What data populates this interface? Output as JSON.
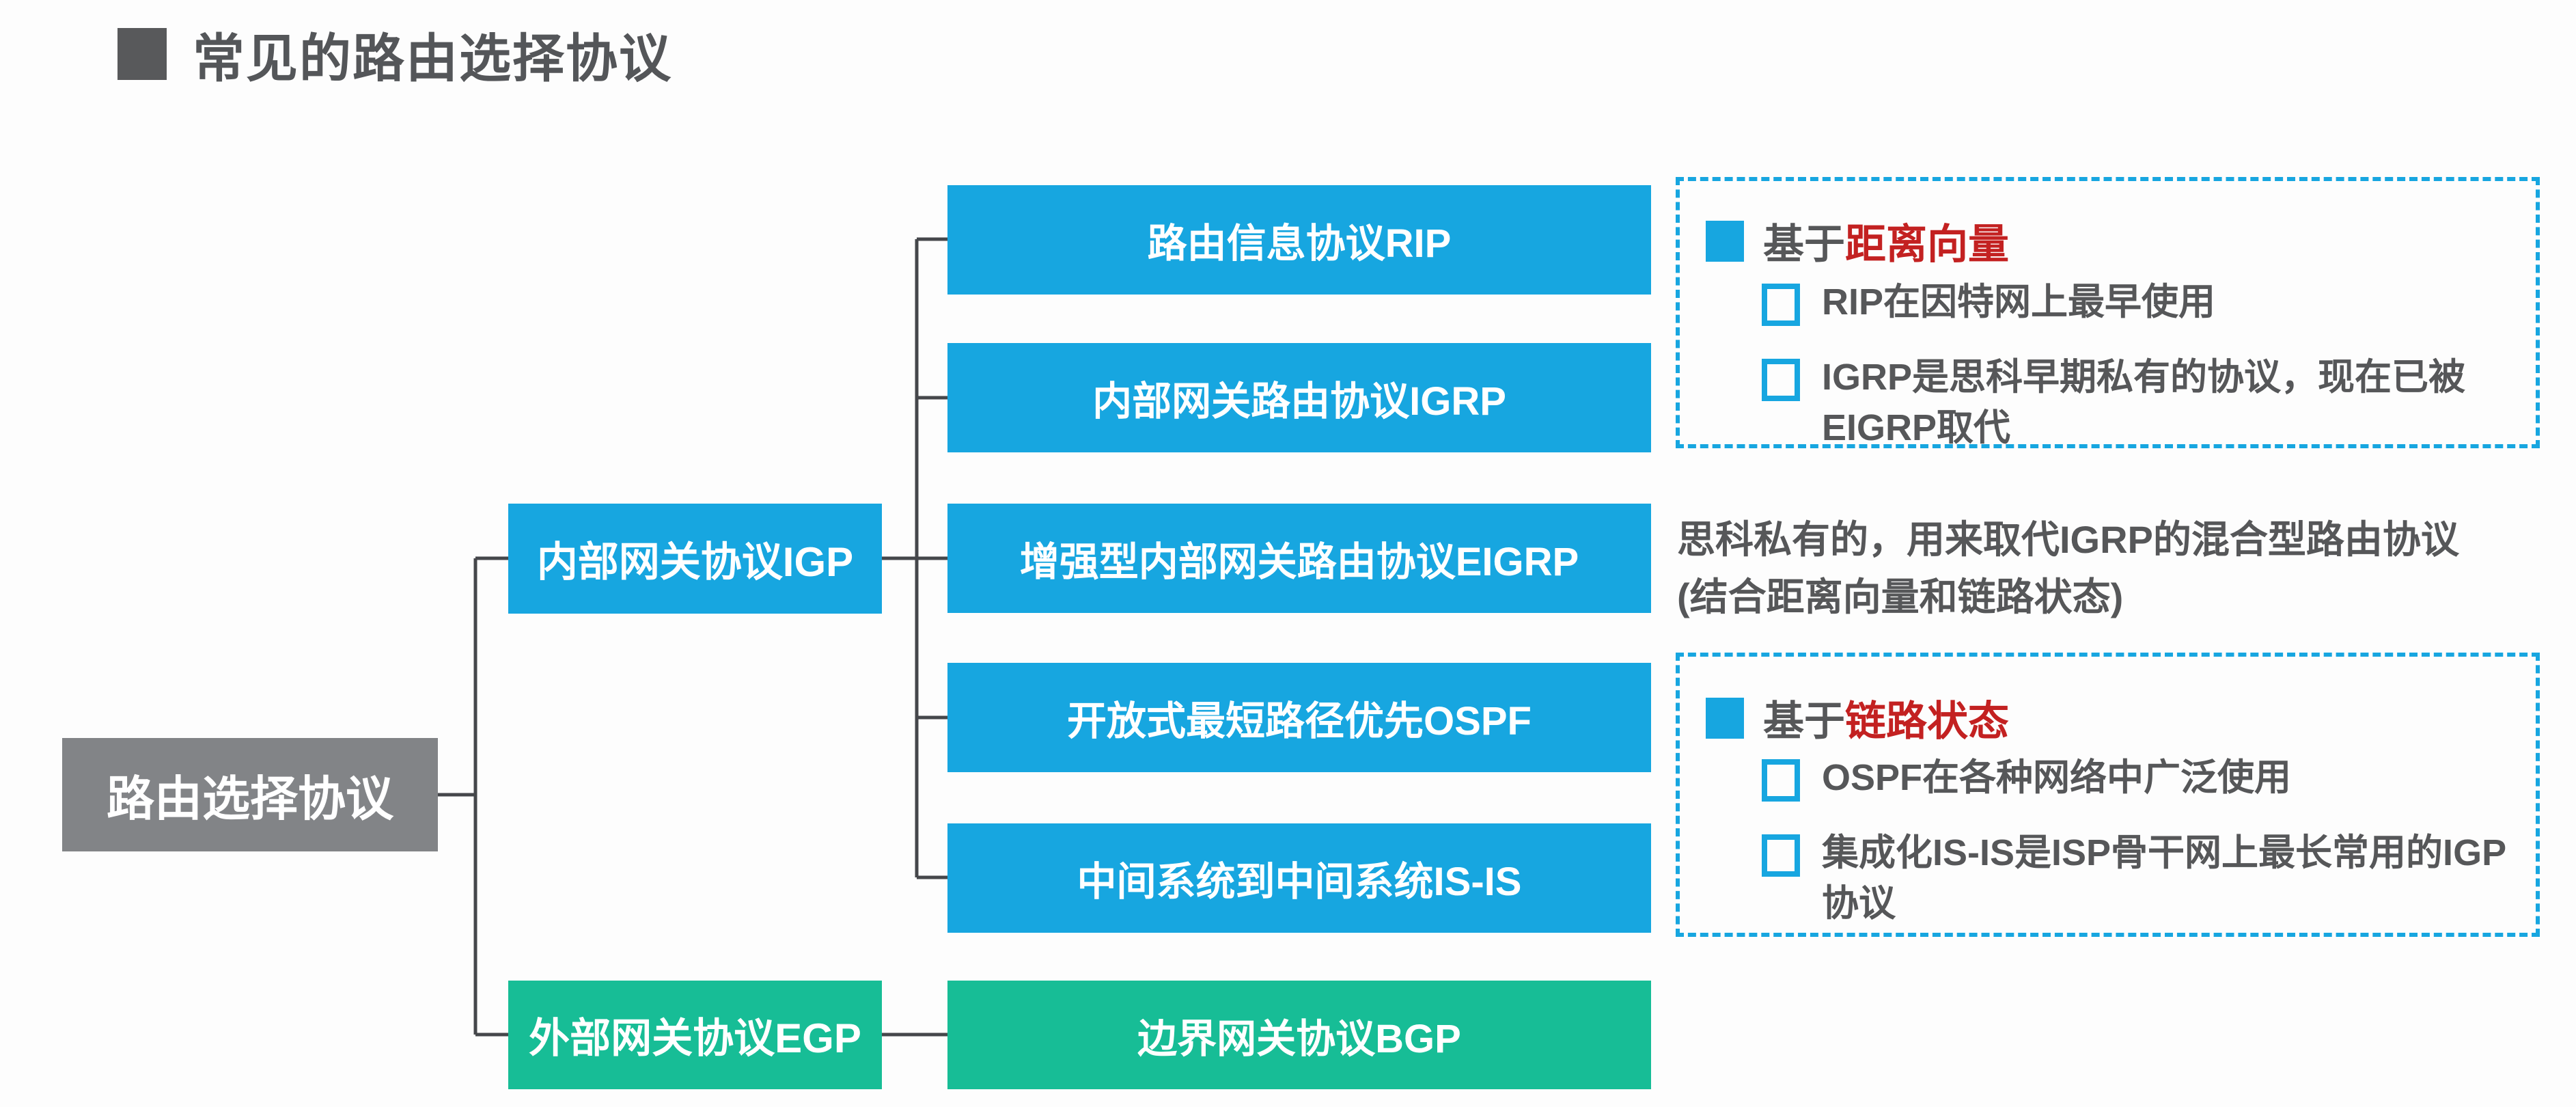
{
  "slide": {
    "title": "常见的路由选择协议"
  },
  "colors": {
    "node_blue": "#17a6e0",
    "node_green": "#17bd96",
    "node_gray": "#828487",
    "text_dark": "#565759",
    "highlight_red": "#c32121",
    "connector_line": "#45474b",
    "panel_dashed_border": "#17a6e0"
  },
  "tree": {
    "root": {
      "label": "路由选择协议"
    },
    "level1": [
      {
        "label": "内部网关协议IGP"
      },
      {
        "label": "外部网关协议EGP"
      }
    ],
    "level2": [
      {
        "label": "路由信息协议RIP"
      },
      {
        "label": "内部网关路由协议IGRP"
      },
      {
        "label": "增强型内部网关路由协议EIGRP"
      },
      {
        "label": "开放式最短路径优先OSPF"
      },
      {
        "label": "中间系统到中间系统IS-IS"
      },
      {
        "label": "边界网关协议BGP"
      }
    ]
  },
  "eigrp_note": {
    "line1": "思科私有的，用来取代IGRP的混合型路由协议",
    "line2": "(结合距离向量和链路状态)"
  },
  "panels": {
    "distance_vector": {
      "heading_prefix": "基于",
      "heading_highlight": "距离向量",
      "bullets": [
        "RIP在因特网上最早使用",
        "IGRP是思科早期私有的协议，现在已被EIGRP取代"
      ]
    },
    "link_state": {
      "heading_prefix": "基于",
      "heading_highlight": "链路状态",
      "bullets": [
        "OSPF在各种网络中广泛使用",
        "集成化IS-IS是ISP骨干网上最长常用的IGP协议"
      ]
    }
  }
}
